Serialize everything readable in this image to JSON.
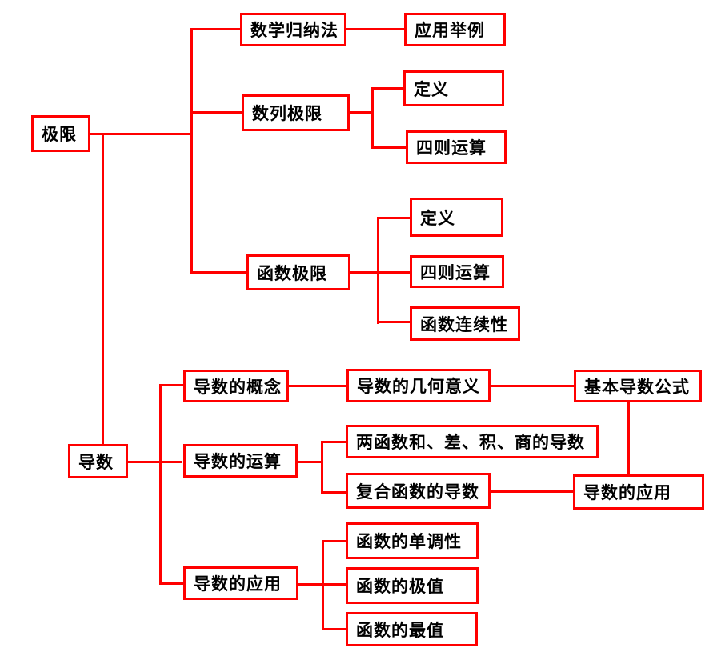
{
  "diagram": {
    "type": "concept-map-tree",
    "language": "zh",
    "colors": {
      "line": "#ff0000",
      "text": "#000000",
      "background": "#ffffff"
    },
    "nodes": {
      "limit": {
        "label": "极限"
      },
      "math_induction": {
        "label": "数学归纳法"
      },
      "application_examples": {
        "label": "应用举例"
      },
      "sequence_limit": {
        "label": "数列极限"
      },
      "seq_definition": {
        "label": "定义"
      },
      "seq_four_operations": {
        "label": "四则运算"
      },
      "function_limit": {
        "label": "函数极限"
      },
      "fn_definition": {
        "label": "定义"
      },
      "fn_four_operations": {
        "label": "四则运算"
      },
      "function_continuity": {
        "label": "函数连续性"
      },
      "derivative": {
        "label": "导数"
      },
      "derivative_concept": {
        "label": "导数的概念"
      },
      "geometric_meaning": {
        "label": "导数的几何意义"
      },
      "basic_formulas": {
        "label": "基本导数公式"
      },
      "derivative_operations": {
        "label": "导数的运算"
      },
      "sum_diff_prod_quot": {
        "label": "两函数和、差、积、商的导数"
      },
      "composite_derivative": {
        "label": "复合函数的导数"
      },
      "derivative_application": {
        "label": "导数的应用"
      },
      "derivative_applications": {
        "label": "导数的应用"
      },
      "monotonicity": {
        "label": "函数的单调性"
      },
      "extremum": {
        "label": "函数的极值"
      },
      "max_min": {
        "label": "函数的最值"
      }
    },
    "edges": [
      [
        "limit",
        "math_induction"
      ],
      [
        "math_induction",
        "application_examples"
      ],
      [
        "limit",
        "sequence_limit"
      ],
      [
        "sequence_limit",
        "seq_definition"
      ],
      [
        "sequence_limit",
        "seq_four_operations"
      ],
      [
        "limit",
        "function_limit"
      ],
      [
        "function_limit",
        "fn_definition"
      ],
      [
        "function_limit",
        "fn_four_operations"
      ],
      [
        "function_limit",
        "function_continuity"
      ],
      [
        "limit",
        "derivative"
      ],
      [
        "derivative",
        "derivative_concept"
      ],
      [
        "derivative_concept",
        "geometric_meaning"
      ],
      [
        "geometric_meaning",
        "basic_formulas"
      ],
      [
        "derivative",
        "derivative_operations"
      ],
      [
        "derivative_operations",
        "sum_diff_prod_quot"
      ],
      [
        "derivative_operations",
        "composite_derivative"
      ],
      [
        "basic_formulas",
        "derivative_application"
      ],
      [
        "composite_derivative",
        "derivative_application"
      ],
      [
        "derivative",
        "derivative_applications"
      ],
      [
        "derivative_applications",
        "monotonicity"
      ],
      [
        "derivative_applications",
        "extremum"
      ],
      [
        "derivative_applications",
        "max_min"
      ]
    ]
  }
}
